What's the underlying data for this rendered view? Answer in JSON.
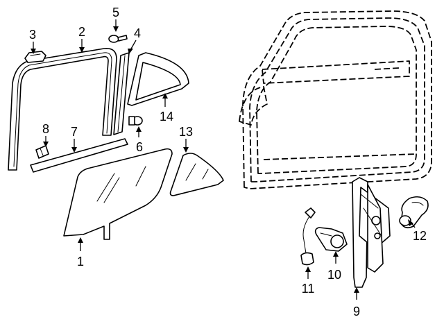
{
  "diagram": {
    "callouts": [
      {
        "id": "1",
        "label": "1"
      },
      {
        "id": "2",
        "label": "2"
      },
      {
        "id": "3",
        "label": "3"
      },
      {
        "id": "4",
        "label": "4"
      },
      {
        "id": "5",
        "label": "5"
      },
      {
        "id": "6",
        "label": "6"
      },
      {
        "id": "7",
        "label": "7"
      },
      {
        "id": "8",
        "label": "8"
      },
      {
        "id": "9",
        "label": "9"
      },
      {
        "id": "10",
        "label": "10"
      },
      {
        "id": "11",
        "label": "11"
      },
      {
        "id": "12",
        "label": "12"
      },
      {
        "id": "13",
        "label": "13"
      },
      {
        "id": "14",
        "label": "14"
      }
    ]
  },
  "colors": {
    "line": "#000000",
    "background": "#ffffff"
  }
}
